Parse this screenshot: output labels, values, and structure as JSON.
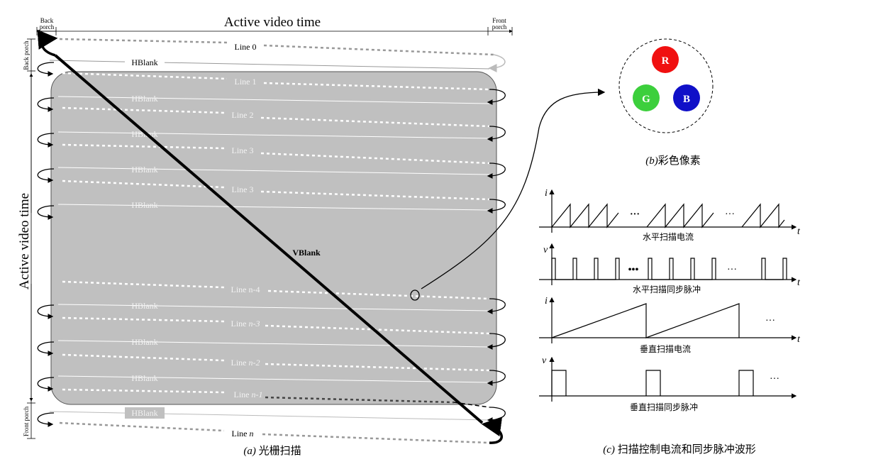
{
  "raster": {
    "top_label": "Active video time",
    "side_label": "Active video time",
    "back_porch_top": [
      "Back",
      "porch"
    ],
    "front_porch_top": [
      "Front",
      "porch"
    ],
    "back_porch_side": "Back porch",
    "front_porch_side": "Front porch",
    "hblank": "HBlank",
    "vblank": "VBlank",
    "lines": {
      "l0": "Line 0",
      "l1": "Line 1",
      "l2": "Line 2",
      "l3a": "Line 3",
      "l3b": "Line 3",
      "ln4": "Line n-4",
      "ln3_pre": "Line ",
      "ln3_it": "n-3",
      "ln2_pre": "Line ",
      "ln2_it": "n-2",
      "ln1_pre": "Line ",
      "ln1_it": "n-1",
      "ln_pre": "Line ",
      "ln_it": "n"
    },
    "caption_a": "(a)",
    "caption_text": " 光栅扫描"
  },
  "pixel": {
    "r": "R",
    "g": "G",
    "b": "B",
    "caption_b": "(b)",
    "caption_text": "彩色像素",
    "colors": {
      "r": "#f01010",
      "g": "#3ccf3c",
      "b": "#1010c8"
    }
  },
  "waveforms": {
    "axis_i1": "i",
    "axis_t1": "t",
    "label1": "水平扫描电流",
    "dots1a": "···",
    "dots1b": "···",
    "axis_v2": "v",
    "axis_t2": "t",
    "label2": "水平扫描同步脉冲",
    "dots2a": "•••",
    "dots2b": "···",
    "axis_i3": "i",
    "axis_t3": "t",
    "label3": "垂直扫描电流",
    "dots3": "···",
    "axis_v4": "v",
    "label4": "垂直扫描同步脉冲",
    "dots4": "···",
    "caption_c": "(c)",
    "caption_text": " 扫描控制电流和同步脉冲波形"
  }
}
